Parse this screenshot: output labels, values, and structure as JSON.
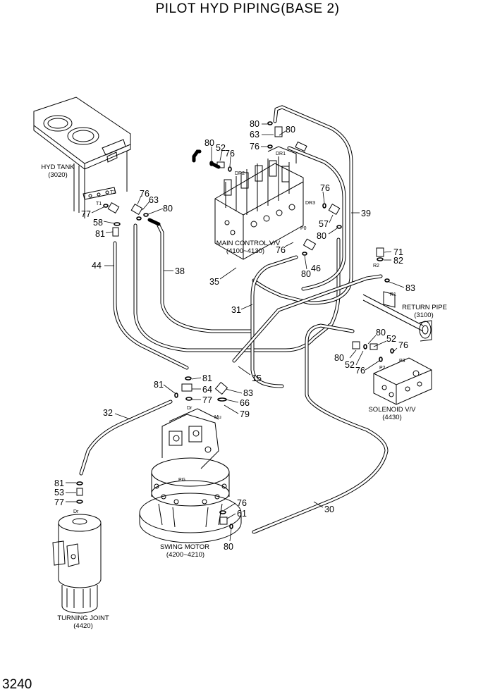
{
  "title": "PILOT HYD PIPING(BASE 2)",
  "page_number": "3240",
  "components": {
    "hyd_tank": {
      "name": "HYD TANK",
      "ref": "(3020)"
    },
    "main_control_valve": {
      "name": "MAIN CONTROL V/V",
      "ref": "(4100~4130)"
    },
    "return_pipe": {
      "name": "RETURN PIPE",
      "ref": "(3100)"
    },
    "solenoid_valve": {
      "name": "SOLENOID V/V",
      "ref": "(4430)"
    },
    "swing_motor": {
      "name": "SWING MOTOR",
      "ref": "(4200~4210)"
    },
    "turning_joint": {
      "name": "TURNING JOINT",
      "ref": "(4420)"
    }
  },
  "port_labels": [
    "T1",
    "T3",
    "DR1",
    "DR2",
    "DR3",
    "P0",
    "R1",
    "R2",
    "P2",
    "P3",
    "Dr",
    "Mu",
    "PG",
    "Dr"
  ],
  "part_callouts": [
    "80",
    "63",
    "80",
    "76",
    "80",
    "52",
    "76",
    "76",
    "63",
    "80",
    "77",
    "58",
    "81",
    "76",
    "57",
    "80",
    "76",
    "80",
    "46",
    "39",
    "71",
    "82",
    "83",
    "44",
    "38",
    "35",
    "31",
    "80",
    "52",
    "76",
    "80",
    "52",
    "76",
    "15",
    "83",
    "66",
    "79",
    "81",
    "64",
    "77",
    "81",
    "32",
    "81",
    "53",
    "77",
    "76",
    "61",
    "80",
    "30"
  ]
}
